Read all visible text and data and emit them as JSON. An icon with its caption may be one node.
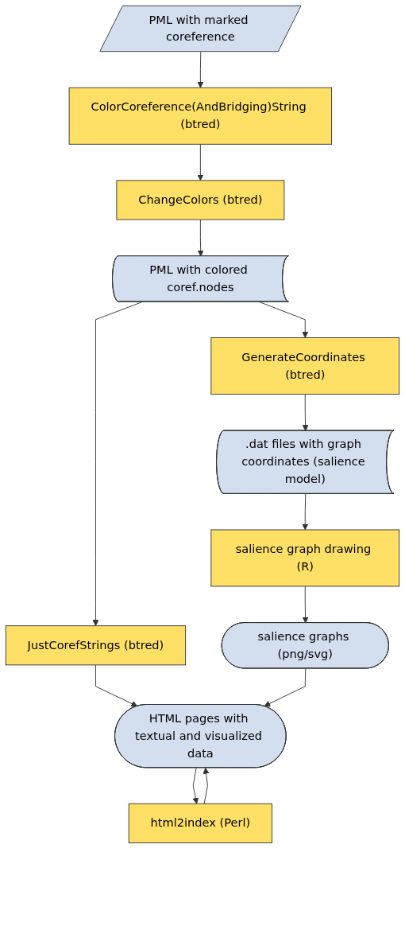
{
  "diagram": {
    "nodes": [
      {
        "text": [
          "PML with marked coreference"
        ]
      },
      {
        "text": [
          "ColorCoreference(AndBridging)String (btred)"
        ]
      },
      {
        "text": [
          "ChangeColors (btred)"
        ]
      },
      {
        "text": [
          "PML with colored coref.nodes"
        ]
      },
      {
        "text": [
          "GenerateCoordinates (btred)"
        ]
      },
      {
        "text": [
          "JustCorefStrings (btred)"
        ]
      },
      {
        "text": [
          ".dat files with graph coordinates (salience model)"
        ]
      },
      {
        "text": [
          "salience graph drawing (R)"
        ]
      },
      {
        "text": [
          "salience graphs (png/svg)"
        ]
      },
      {
        "text": [
          "HTML pages with textual and visualized data"
        ]
      },
      {
        "text": [
          "html2index (Perl)"
        ]
      }
    ],
    "edges": [
      {
        "from": 0,
        "to": 1,
        "arrow": "to"
      },
      {
        "from": 1,
        "to": 2,
        "arrow": "to"
      },
      {
        "from": 2,
        "to": 3,
        "arrow": "to"
      },
      {
        "from": 3,
        "to": 4,
        "arrow": "to"
      },
      {
        "from": 3,
        "to": 5,
        "arrow": "to"
      },
      {
        "from": 4,
        "to": 6,
        "arrow": "to"
      },
      {
        "from": 6,
        "to": 7,
        "arrow": "to"
      },
      {
        "from": 7,
        "to": 8,
        "arrow": "to"
      },
      {
        "from": 5,
        "to": 9,
        "arrow": "to"
      },
      {
        "from": 8,
        "to": 9,
        "arrow": "to"
      },
      {
        "from": 10,
        "to": 9,
        "arrow": "to"
      },
      {
        "from": 9,
        "to": 10,
        "arrow": "to"
      }
    ]
  }
}
